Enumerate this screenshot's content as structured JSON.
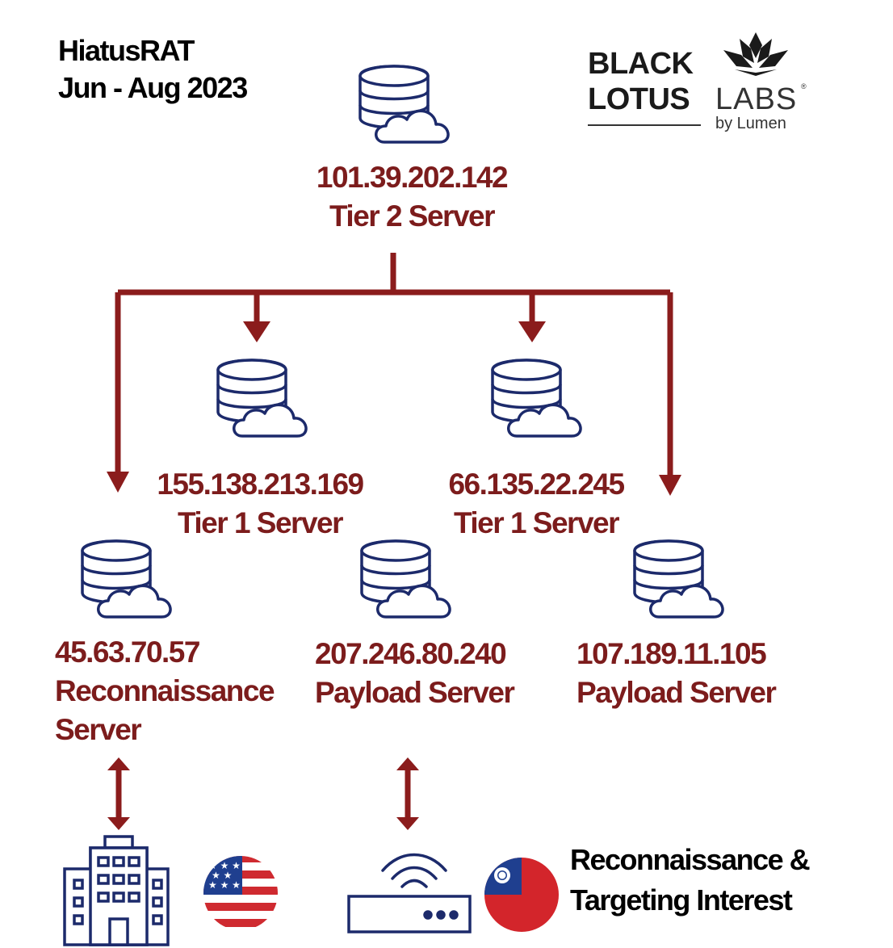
{
  "title": {
    "line1": "HiatusRAT",
    "line2": "Jun - Aug 2023"
  },
  "logo": {
    "black": "BLACK",
    "lotus": "LOTUS",
    "labs": "LABS",
    "registered": "®",
    "by": "by Lumen"
  },
  "nodes": {
    "tier2": {
      "ip": "101.39.202.142",
      "role": "Tier 2 Server",
      "icon": "server-cloud-icon"
    },
    "tier1_a": {
      "ip": "155.138.213.169",
      "role": "Tier 1 Server",
      "icon": "server-cloud-icon"
    },
    "tier1_b": {
      "ip": "66.135.22.245",
      "role": "Tier 1 Server",
      "icon": "server-cloud-icon"
    },
    "recon": {
      "ip": "45.63.70.57",
      "role_line1": "Reconnaissance",
      "role_line2": "Server",
      "icon": "server-cloud-icon"
    },
    "payload_a": {
      "ip": "207.246.80.240",
      "role": "Payload Server",
      "icon": "server-cloud-icon"
    },
    "payload_b": {
      "ip": "107.189.11.105",
      "role": "Payload Server",
      "icon": "server-cloud-icon"
    }
  },
  "targets": {
    "label_line1": "Reconnaissance &",
    "label_line2": "Targeting Interest",
    "icons": [
      "office-building-icon",
      "us-flag-icon",
      "wifi-router-icon",
      "taiwan-flag-icon"
    ]
  },
  "colors": {
    "label": "#7c1c1c",
    "arrow": "#8b1c1c",
    "icon_stroke": "#1c2a6b",
    "title": "#000000"
  }
}
